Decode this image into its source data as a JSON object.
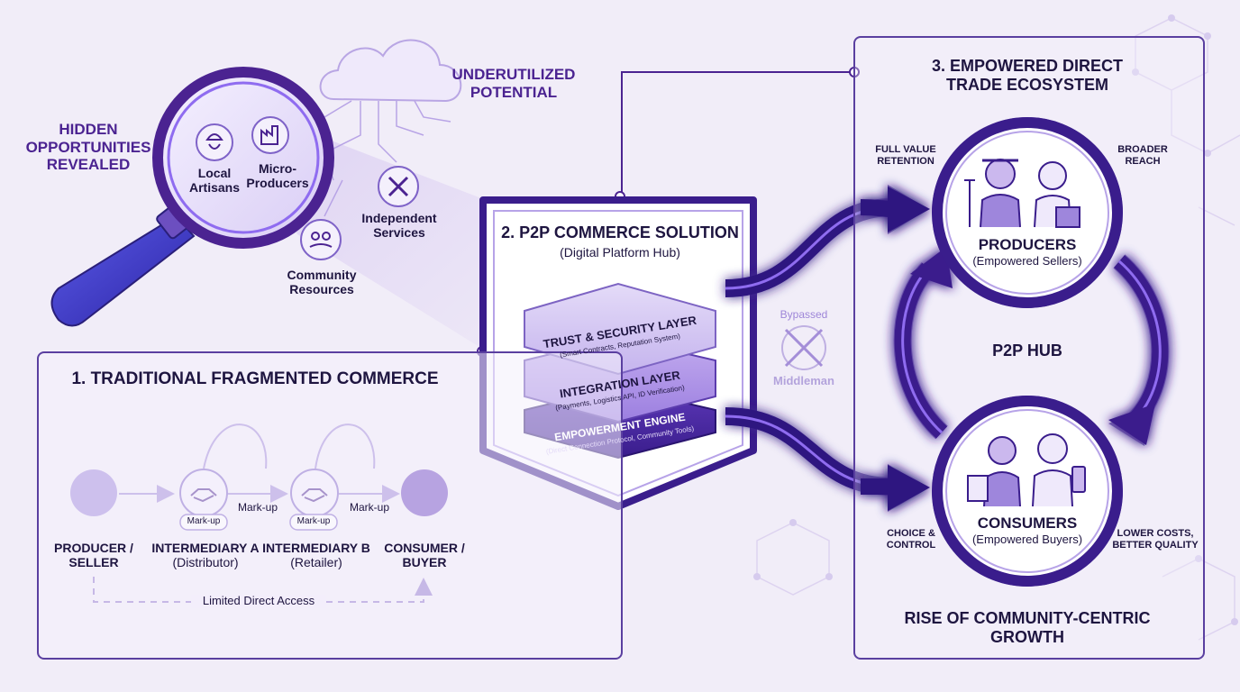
{
  "hidden": {
    "title_line1": "HIDDEN",
    "title_line2": "OPPORTUNITIES",
    "title_line3": "REVEALED",
    "underutilized_line1": "UNDERUTILIZED",
    "underutilized_line2": "POTENTIAL",
    "local_artisans_line1": "Local",
    "local_artisans_line2": "Artisans",
    "micro_producers_line1": "Micro-",
    "micro_producers_line2": "Producers",
    "independent_services_line1": "Independent",
    "independent_services_line2": "Services",
    "community_resources_line1": "Community",
    "community_resources_line2": "Resources"
  },
  "traditional": {
    "title": "1. TRADITIONAL FRAGMENTED COMMERCE",
    "producer_line1": "PRODUCER /",
    "producer_line2": "SELLER",
    "intermediary_a_line1": "INTERMEDIARY A",
    "intermediary_a_line2": "(Distributor)",
    "intermediary_b_line1": "INTERMEDIARY B",
    "intermediary_b_line2": "(Retailer)",
    "consumer_line1": "CONSUMER /",
    "consumer_line2": "BUYER",
    "markup_tag_a": "Mark-up",
    "markup_tag_b": "Mark-up",
    "markup_arrow_1": "Mark-up",
    "markup_arrow_2": "Mark-up",
    "limited_access": "Limited Direct Access"
  },
  "solution": {
    "title": "2. P2P COMMERCE SOLUTION",
    "subtitle": "(Digital Platform Hub)",
    "layer1_title": "TRUST & SECURITY LAYER",
    "layer1_sub": "(Smart Contracts, Reputation System)",
    "layer2_title": "INTEGRATION LAYER",
    "layer2_sub": "(Payments, Logistics API, ID Verification)",
    "layer3_title": "EMPOWERMENT ENGINE",
    "layer3_sub": "(Direct Connection Protocol, Community Tools)",
    "bypassed": "Bypassed",
    "middleman": "Middleman"
  },
  "ecosystem": {
    "title_line1": "3. EMPOWERED DIRECT",
    "title_line2": "TRADE ECOSYSTEM",
    "full_value_line1": "FULL VALUE",
    "full_value_line2": "RETENTION",
    "broader_reach_line1": "BROADER",
    "broader_reach_line2": "REACH",
    "producers_title": "PRODUCERS",
    "producers_sub": "(Empowered Sellers)",
    "hub": "P2P HUB",
    "consumers_title": "CONSUMERS",
    "consumers_sub": "(Empowered Buyers)",
    "choice_line1": "CHOICE &",
    "choice_line2": "CONTROL",
    "lower_costs_line1": "LOWER COSTS,",
    "lower_costs_line2": "BETTER QUALITY",
    "growth_line1": "RISE OF COMMUNITY-CENTRIC",
    "growth_line2": "GROWTH"
  },
  "colors": {
    "accent": "#4b2391",
    "light": "#cbb8ee",
    "arrow": "#2d1580",
    "glow": "#8f6cf0"
  }
}
